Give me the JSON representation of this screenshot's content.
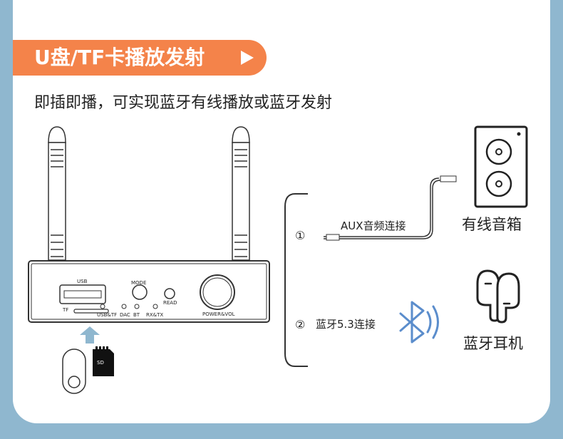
{
  "banner": {
    "title": "U盘/TF卡播放发射"
  },
  "subtitle": "即插即播，可实现蓝牙有线播放或蓝牙发射",
  "device": {
    "usb_label": "USB",
    "tf_label": "TF",
    "mode_label": "MODE",
    "read_label": "READ",
    "power_label": "POWER&VOL",
    "indicators": [
      "USB&TF",
      "DAC",
      "BT",
      "RX&TX"
    ]
  },
  "sd_card_text": "SD",
  "option1": {
    "num": "①",
    "label": "AUX音频连接",
    "device_label": "有线音箱"
  },
  "option2": {
    "num": "②",
    "label": "蓝牙5.3连接",
    "device_label": "蓝牙耳机"
  },
  "colors": {
    "accent": "#f4834a",
    "frame": "#8fb7cf",
    "bluetooth": "#5b8dcc"
  }
}
